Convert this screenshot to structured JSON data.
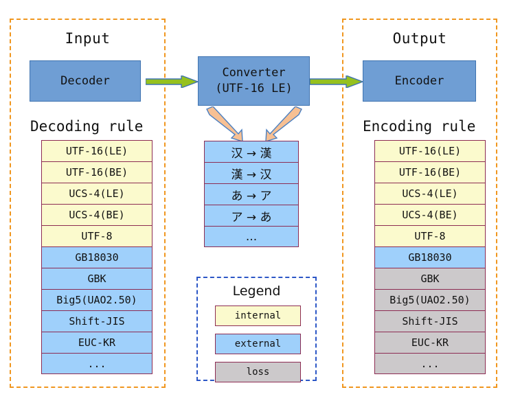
{
  "panels": {
    "input": {
      "title": "Input"
    },
    "output": {
      "title": "Output"
    }
  },
  "boxes": {
    "decoder": {
      "label": "Decoder"
    },
    "encoder": {
      "label": "Encoder"
    },
    "converter": {
      "line1": "Converter",
      "line2": "(UTF-16 LE)"
    }
  },
  "sections": {
    "decoding_rule": "Decoding rule",
    "encoding_rule": "Encoding rule"
  },
  "decoding_list": [
    {
      "label": "UTF-16(LE)",
      "kind": "internal"
    },
    {
      "label": "UTF-16(BE)",
      "kind": "internal"
    },
    {
      "label": "UCS-4(LE)",
      "kind": "internal"
    },
    {
      "label": "UCS-4(BE)",
      "kind": "internal"
    },
    {
      "label": "UTF-8",
      "kind": "internal"
    },
    {
      "label": "GB18030",
      "kind": "external"
    },
    {
      "label": "GBK",
      "kind": "external"
    },
    {
      "label": "Big5(UAO2.50)",
      "kind": "external"
    },
    {
      "label": "Shift-JIS",
      "kind": "external"
    },
    {
      "label": "EUC-KR",
      "kind": "external"
    },
    {
      "label": "...",
      "kind": "external"
    }
  ],
  "encoding_list": [
    {
      "label": "UTF-16(LE)",
      "kind": "internal"
    },
    {
      "label": "UTF-16(BE)",
      "kind": "internal"
    },
    {
      "label": "UCS-4(LE)",
      "kind": "internal"
    },
    {
      "label": "UCS-4(BE)",
      "kind": "internal"
    },
    {
      "label": "UTF-8",
      "kind": "internal"
    },
    {
      "label": "GB18030",
      "kind": "external"
    },
    {
      "label": "GBK",
      "kind": "loss"
    },
    {
      "label": "Big5(UAO2.50)",
      "kind": "loss"
    },
    {
      "label": "Shift-JIS",
      "kind": "loss"
    },
    {
      "label": "EUC-KR",
      "kind": "loss"
    },
    {
      "label": "...",
      "kind": "loss"
    }
  ],
  "conversion_list": [
    {
      "label": "汉 → 漢",
      "kind": "external"
    },
    {
      "label": "漢 → 汉",
      "kind": "external"
    },
    {
      "label": "あ → ア",
      "kind": "external"
    },
    {
      "label": "ア → あ",
      "kind": "external"
    },
    {
      "label": "...",
      "kind": "external"
    }
  ],
  "legend": {
    "title": "Legend",
    "items": [
      {
        "label": "internal",
        "kind": "internal"
      },
      {
        "label": "external",
        "kind": "external"
      },
      {
        "label": "loss",
        "kind": "loss"
      }
    ]
  },
  "colors": {
    "internal": "#fbfacd",
    "external": "#9fd0fb",
    "loss": "#ccc9cb",
    "row_border": "#8c2b52",
    "process_fill": "#6f9ed4",
    "panel_border": "#f0961e",
    "legend_border": "#2b56c6",
    "flow_arrow": "#96c11e",
    "map_arrow": "#f7c093"
  },
  "icons": {
    "flow_arrow": "right-arrow-icon",
    "map_arrow_down": "diagonal-arrow-down-icon",
    "map_arrow_up": "diagonal-arrow-up-icon"
  }
}
